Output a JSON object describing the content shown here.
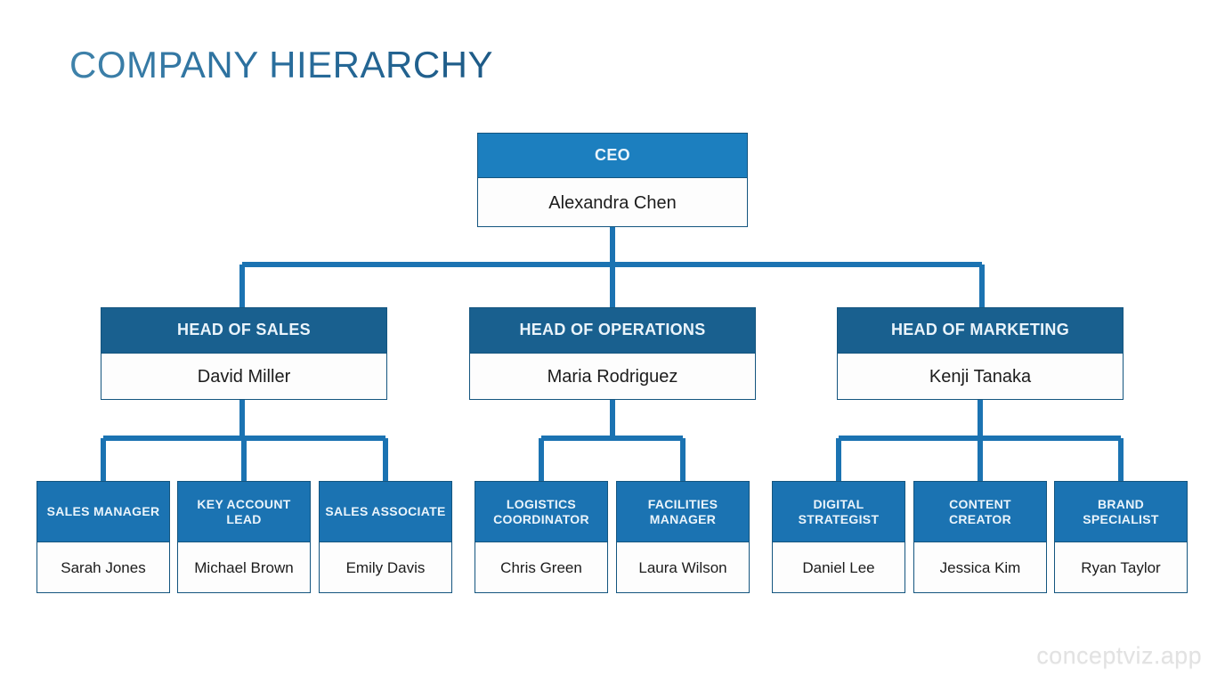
{
  "page": {
    "title": "COMPANY HIERARCHY",
    "watermark": "conceptviz.app",
    "background_color": "#ffffff"
  },
  "colors": {
    "title_gradient_start": "#3f82aa",
    "title_gradient_end": "#1d5a86",
    "level1_header": "#1c7fbf",
    "level2_header": "#19608f",
    "level3_header": "#1b73b2",
    "box_border": "#14557f",
    "box_body": "#fdfdfd",
    "header_text": "#eaf4fb",
    "body_text": "#1c1c1c",
    "connector_line": "#1b73b2",
    "watermark_text": "#e2e2e2"
  },
  "org": {
    "root": {
      "role": "CEO",
      "name": "Alexandra Chen"
    },
    "divisions": [
      {
        "role": "HEAD OF SALES",
        "name": "David Miller",
        "reports": [
          {
            "role": "SALES MANAGER",
            "name": "Sarah Jones"
          },
          {
            "role": "KEY ACCOUNT LEAD",
            "name": "Michael Brown"
          },
          {
            "role": "SALES ASSOCIATE",
            "name": "Emily Davis"
          }
        ]
      },
      {
        "role": "HEAD OF OPERATIONS",
        "name": "Maria Rodriguez",
        "reports": [
          {
            "role": "LOGISTICS COORDINATOR",
            "name": "Chris Green"
          },
          {
            "role": "FACILITIES MANAGER",
            "name": "Laura Wilson"
          }
        ]
      },
      {
        "role": "HEAD OF MARKETING",
        "name": "Kenji Tanaka",
        "reports": [
          {
            "role": "DIGITAL STRATEGIST",
            "name": "Daniel Lee"
          },
          {
            "role": "CONTENT CREATOR",
            "name": "Jessica Kim"
          },
          {
            "role": "BRAND SPECIALIST",
            "name": "Ryan Taylor"
          }
        ]
      }
    ]
  }
}
